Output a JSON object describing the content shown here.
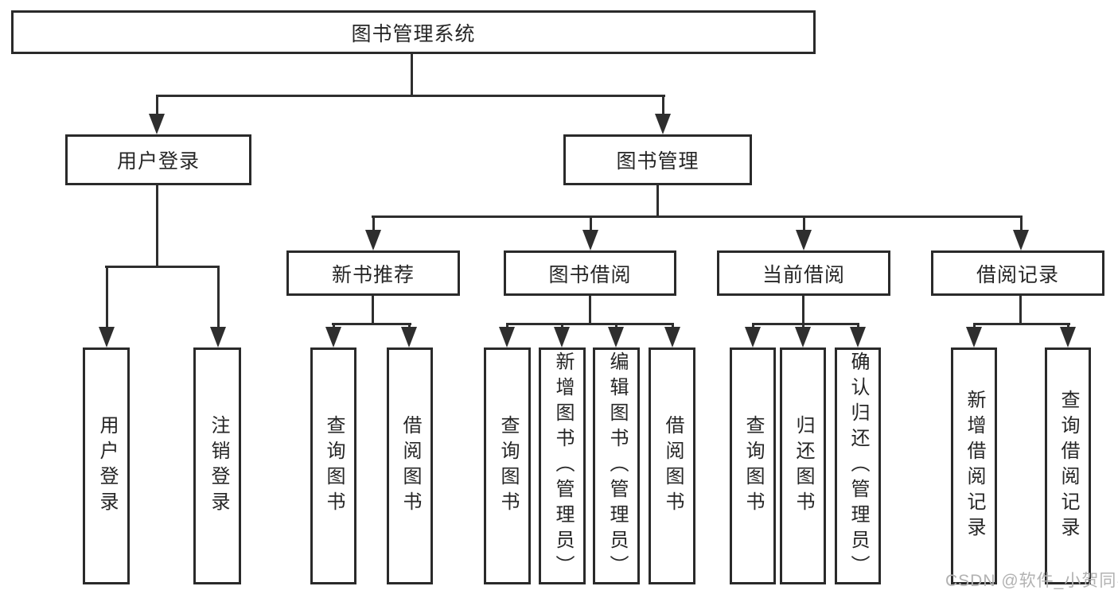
{
  "diagram": {
    "type": "hierarchy-tree",
    "title": "图书管理系统",
    "watermark": "CSDN @软件_小贺同学",
    "colors": {
      "background": "#ffffff",
      "box_border": "#2a2a2a",
      "line": "#2e2e2e",
      "text": "#262626",
      "watermark": "#b2b2b2"
    },
    "nodes": {
      "root": "图书管理系统",
      "user_login": "用户登录",
      "book_mgmt": "图书管理",
      "new_book_rec": "新书推荐",
      "book_borrow": "图书借阅",
      "current_borrow": "当前借阅",
      "borrow_record": "借阅记录",
      "leaf_user_login": "用户登录",
      "leaf_logout": "注销登录",
      "leaf_nbr_query_book": "查询图书",
      "leaf_nbr_borrow_book": "借阅图书",
      "leaf_bb_query_book": "查询图书",
      "leaf_bb_add_book": "新增图书（管理员）",
      "leaf_bb_edit_book": "编辑图书（管理员）",
      "leaf_bb_borrow_book": "借阅图书",
      "leaf_cb_query_book": "查询图书",
      "leaf_cb_return_book": "归还图书",
      "leaf_cb_confirm_return": "确认归还（管理员）",
      "leaf_br_add_record": "新增借阅记录",
      "leaf_br_query_record": "查询借阅记录"
    },
    "hierarchy": {
      "图书管理系统": {
        "用户登录": [
          "用户登录",
          "注销登录"
        ],
        "图书管理": {
          "新书推荐": [
            "查询图书",
            "借阅图书"
          ],
          "图书借阅": [
            "查询图书",
            "新增图书（管理员）",
            "编辑图书（管理员）",
            "借阅图书"
          ],
          "当前借阅": [
            "查询图书",
            "归还图书",
            "确认归还（管理员）"
          ],
          "借阅记录": [
            "新增借阅记录",
            "查询借阅记录"
          ]
        }
      }
    }
  }
}
